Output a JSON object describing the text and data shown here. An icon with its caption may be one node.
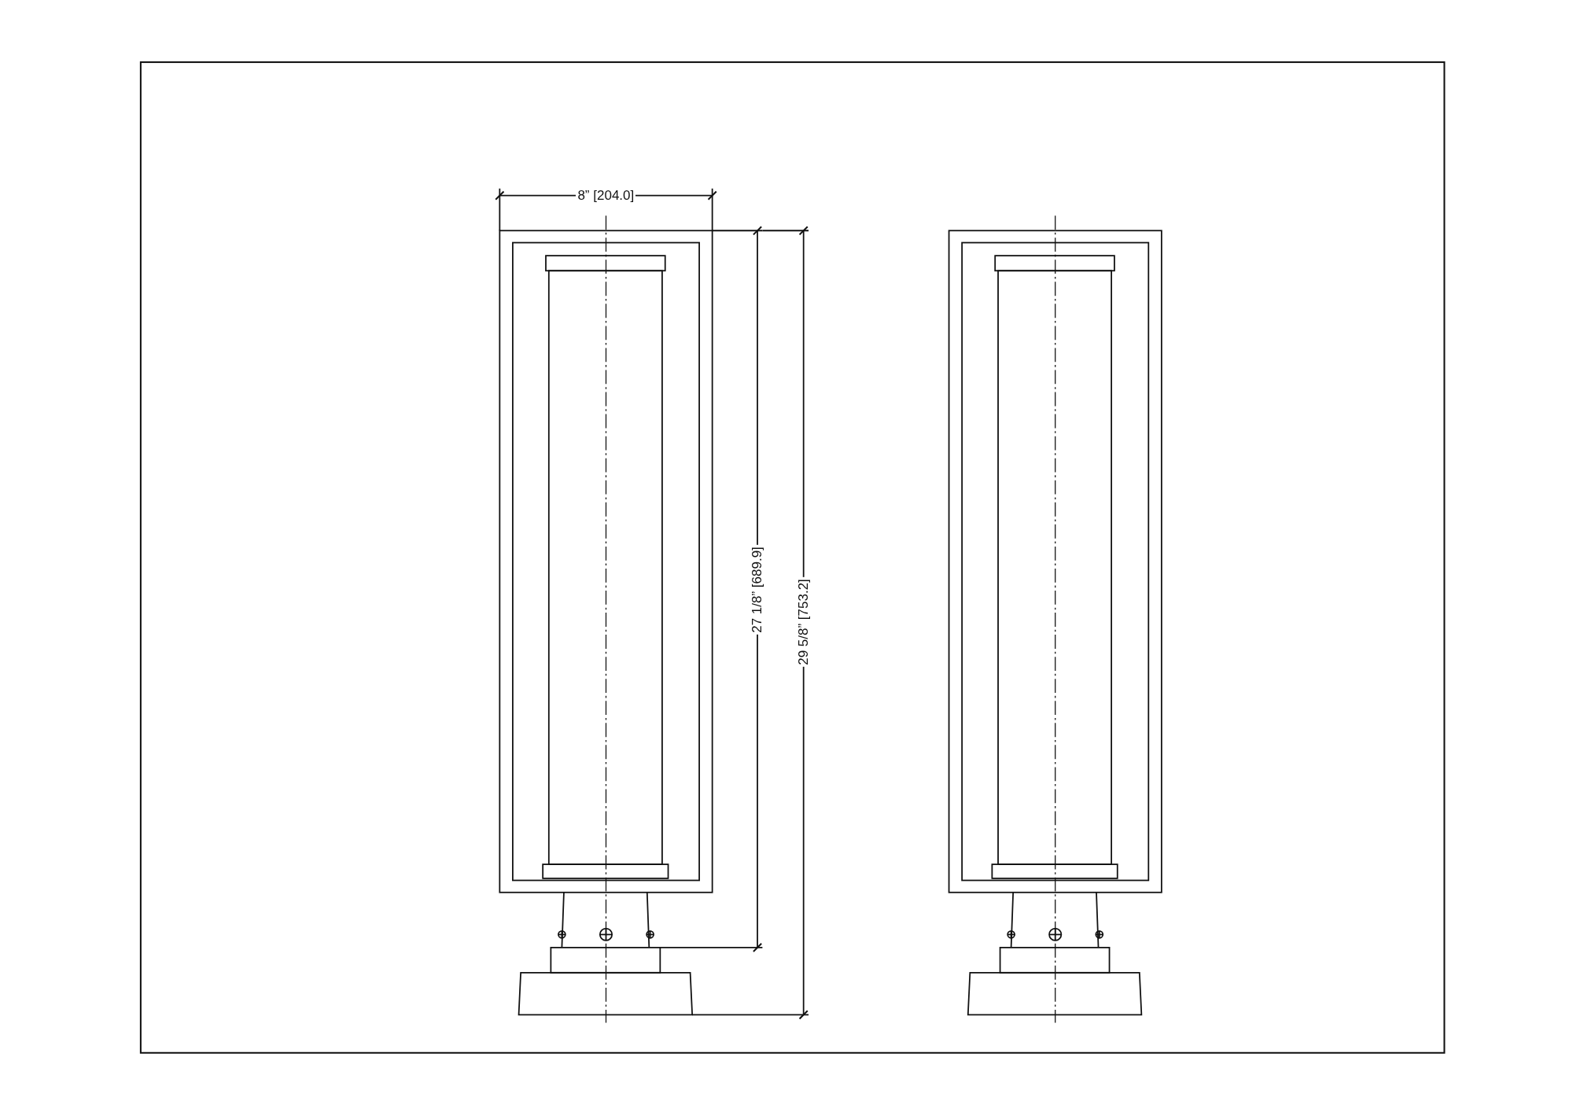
{
  "diagram": {
    "labels": [
      "8” [204.0]",
      "27 1/8” [689.9]",
      "29 5/8” [753.2]"
    ]
  }
}
